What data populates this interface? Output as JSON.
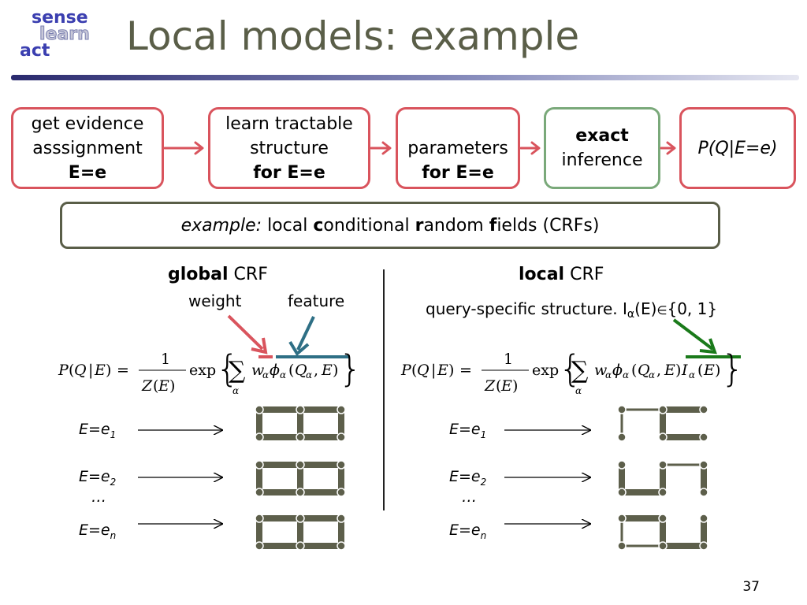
{
  "logo": {
    "line1": "sense",
    "line2": "learn",
    "line3": "act"
  },
  "title": "Local models: example",
  "flow": {
    "box1": {
      "line1": "get evidence",
      "line2": "asssignment",
      "line3": "E=e"
    },
    "box2": {
      "line1": "learn tractable",
      "line2": "structure",
      "line3": "for E=e"
    },
    "box3": {
      "line1": "parameters",
      "line2": "for E=e"
    },
    "box4": {
      "line1": "exact",
      "line2": "inference"
    },
    "box5": {
      "line1": "P(Q|E=e)"
    }
  },
  "example": {
    "prefix": "example:",
    "t1": " local ",
    "c": "c",
    "t2": "onditional ",
    "r": "r",
    "t3": "andom ",
    "f": "f",
    "t4": "ields (CRFs)"
  },
  "global": {
    "bold": "global",
    "rest": " CRF",
    "weight": "weight",
    "feature": "feature"
  },
  "local": {
    "bold": "local",
    "rest": " CRF",
    "query_text": "query-specific structure. I",
    "alpha": "α",
    "query_tail": "(E)",
    "elem": "∈",
    "set": "{0, 1}"
  },
  "rows": [
    {
      "prefix": "E=e",
      "sub": "1"
    },
    {
      "prefix": "E=e",
      "sub": "2"
    },
    {
      "prefix": "E=e",
      "sub": "n"
    }
  ],
  "ellipsis": "…",
  "page_number": "37",
  "colors": {
    "red": "#d9545d",
    "green": "#7aa97a",
    "teal": "#2e6f85",
    "dark_green": "#1a7a1a",
    "olive": "#5a5e48",
    "graph": "#5d5f4b"
  }
}
